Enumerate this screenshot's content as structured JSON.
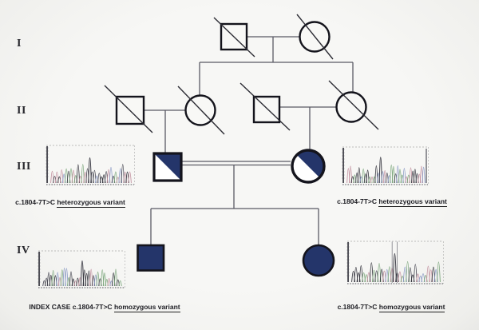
{
  "generation_labels": [
    {
      "label": "I"
    },
    {
      "label": "II"
    },
    {
      "label": "III"
    },
    {
      "label": "IV"
    }
  ],
  "annotations": [
    {
      "prefix": "c.1804-7T>C ",
      "underlined": "heterozygous variant"
    },
    {
      "prefix": "c.1804-7T>C ",
      "underlined": "heterozygous variant"
    },
    {
      "prefix": "INDEX CASE c.1804-7T>C ",
      "underlined": "homozygous variant"
    },
    {
      "prefix": "c.1804-7T>C ",
      "underlined": "homozygous variant"
    }
  ],
  "colors": {
    "affected_fill": "#24356a",
    "symbol_stroke": "#14141c",
    "connector": "#5a5a64",
    "background": "#f4f4f2"
  },
  "pedigree": {
    "type": "family-pedigree",
    "generations": [
      "I",
      "II",
      "III",
      "IV"
    ],
    "individuals": [
      {
        "id": "I-1",
        "sex": "male",
        "deceased": true,
        "status": "unaffected"
      },
      {
        "id": "I-2",
        "sex": "female",
        "deceased": true,
        "status": "unaffected"
      },
      {
        "id": "II-1",
        "sex": "male",
        "deceased": true,
        "status": "unaffected"
      },
      {
        "id": "II-2",
        "sex": "female",
        "deceased": true,
        "status": "unaffected"
      },
      {
        "id": "II-3",
        "sex": "male",
        "deceased": true,
        "status": "unaffected"
      },
      {
        "id": "II-4",
        "sex": "female",
        "deceased": true,
        "status": "unaffected"
      },
      {
        "id": "III-1",
        "sex": "male",
        "deceased": false,
        "status": "heterozygous carrier",
        "variant": "c.1804-7T>C"
      },
      {
        "id": "III-2",
        "sex": "female",
        "deceased": false,
        "status": "heterozygous carrier",
        "variant": "c.1804-7T>C"
      },
      {
        "id": "IV-1",
        "sex": "male",
        "deceased": false,
        "status": "affected homozygous",
        "variant": "c.1804-7T>C",
        "index_case": true
      },
      {
        "id": "IV-2",
        "sex": "female",
        "deceased": false,
        "status": "affected homozygous",
        "variant": "c.1804-7T>C"
      }
    ],
    "unions": [
      {
        "partners": [
          "I-1",
          "I-2"
        ],
        "children": [
          "II-2",
          "II-4"
        ]
      },
      {
        "partners": [
          "II-1",
          "II-2"
        ],
        "children": [
          "III-1"
        ]
      },
      {
        "partners": [
          "II-3",
          "II-4"
        ],
        "children": [
          "III-2"
        ]
      },
      {
        "partners": [
          "III-1",
          "III-2"
        ],
        "consanguineous": true,
        "children": [
          "IV-1",
          "IV-2"
        ]
      }
    ]
  },
  "chromatograms": [
    {
      "name": "chromatogram-III-1",
      "seed": 7,
      "peak_count": 34,
      "variant_peak_index": 16,
      "variant_peak_height": 0.93,
      "right_spike": false,
      "column_guides": false
    },
    {
      "name": "chromatogram-III-2",
      "seed": 13,
      "peak_count": 36,
      "variant_peak_index": 15,
      "variant_peak_height": 1.0,
      "right_spike": true,
      "column_guides": false
    },
    {
      "name": "chromatogram-IV-1",
      "seed": 21,
      "peak_count": 35,
      "variant_peak_index": 17,
      "variant_peak_height": 1.0,
      "right_spike": false,
      "column_guides": false
    },
    {
      "name": "chromatogram-IV-2",
      "seed": 29,
      "peak_count": 34,
      "variant_peak_index": 16,
      "variant_peak_height": 0.97,
      "right_spike": false,
      "column_guides": true
    }
  ],
  "chromatogram_palette": [
    "#7da77d",
    "#4a4a55",
    "#c493a1",
    "#8d9cc6",
    "#33333c"
  ]
}
